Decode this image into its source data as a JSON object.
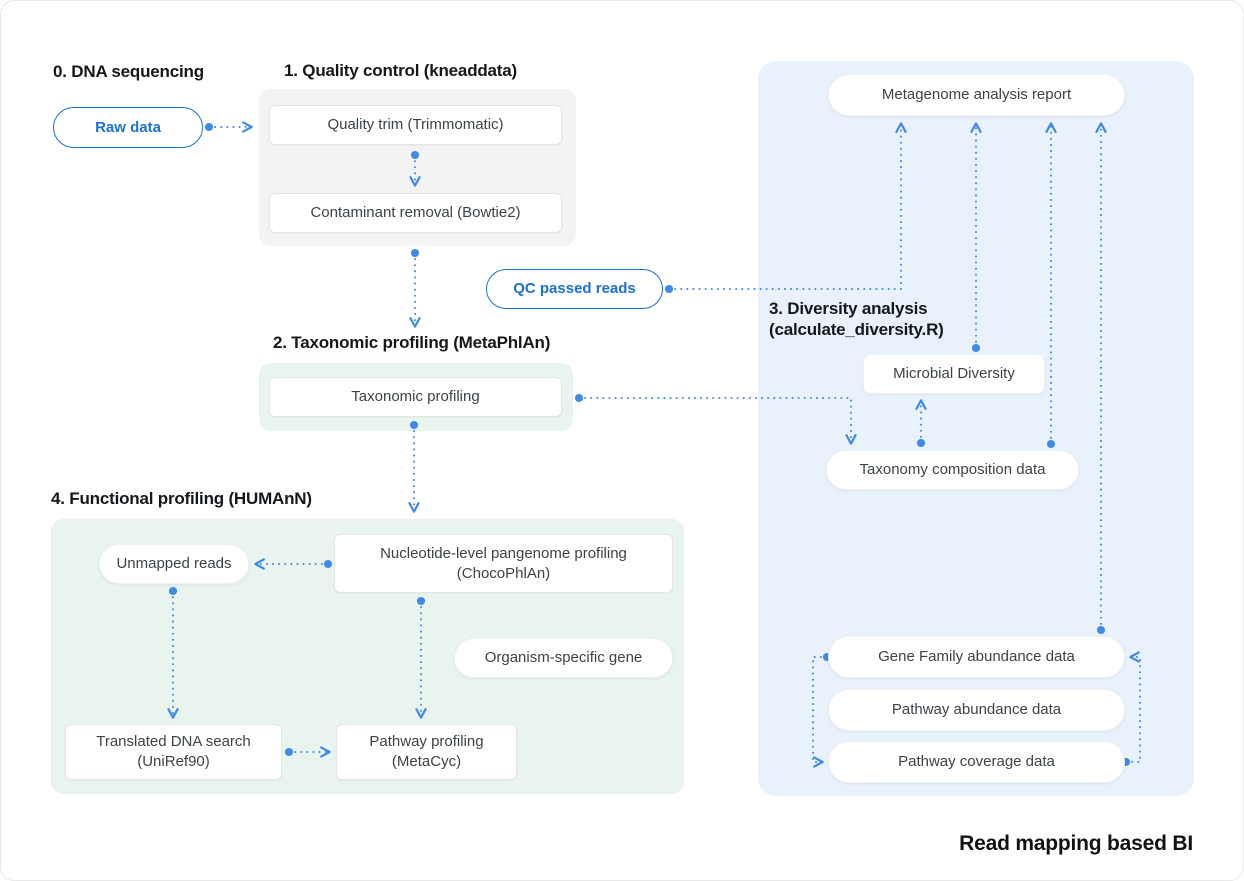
{
  "colors": {
    "accent-blue": "#1b72d0",
    "edge-blue": "#4189e6",
    "panel-blue": "#e9f2fc",
    "panel-gray": "#f3f3f4",
    "panel-green": "#e9f4ee",
    "node-text": "#3c4246",
    "heading-text": "#15181b"
  },
  "sections": {
    "s0": {
      "title": "0. DNA sequencing"
    },
    "s1": {
      "title": "1. Quality control (kneaddata)"
    },
    "s2": {
      "title": "2. Taxonomic profiling (MetaPhlAn)"
    },
    "s3": {
      "title_line1": "3. Diversity analysis",
      "title_line2": "(calculate_diversity.R)"
    },
    "s4": {
      "title": "4. Functional profiling (HUMAnN)"
    }
  },
  "nodes": {
    "raw_data": "Raw data",
    "quality_trim": "Quality trim (Trimmomatic)",
    "contaminant_removal": "Contaminant removal (Bowtie2)",
    "qc_passed_reads": "QC passed reads",
    "taxonomic_profiling": "Taxonomic profiling",
    "metagenome_report": "Metagenome analysis report",
    "microbial_diversity": "Microbial Diversity",
    "taxonomy_composition": "Taxonomy composition data",
    "gene_family_abundance": "Gene Family abundance data",
    "pathway_abundance": "Pathway abundance data",
    "pathway_coverage": "Pathway coverage data",
    "unmapped_reads": "Unmapped reads",
    "nucleotide_profiling_l1": "Nucleotide-level pangenome profiling",
    "nucleotide_profiling_l2": "(ChocoPhlAn)",
    "organism_specific_gene": "Organism-specific gene",
    "translated_search_l1": "Translated DNA search",
    "translated_search_l2": "(UniRef90)",
    "pathway_profiling_l1": "Pathway profiling",
    "pathway_profiling_l2": "(MetaCyc)"
  },
  "footer": {
    "caption": "Read mapping based BI"
  }
}
